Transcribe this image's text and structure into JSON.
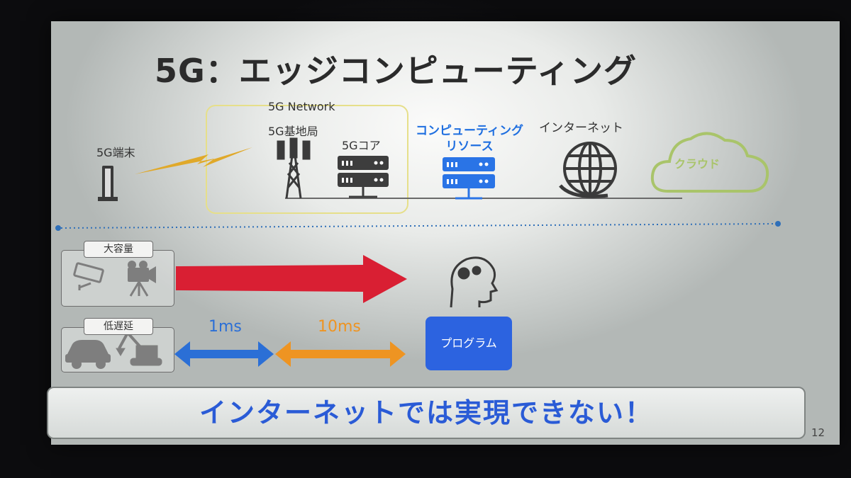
{
  "slide": {
    "title": "5G：エッジコンピューティング",
    "page_number": "12"
  },
  "diagram": {
    "device_label": "5G端末",
    "network_label": "5G Network",
    "base_station_label": "5G基地局",
    "core_label": "5Gコア",
    "computing_label_line1": "コンピューティング",
    "computing_label_line2": "リソース",
    "internet_label": "インターネット",
    "cloud_label": "クラウド"
  },
  "requirements": {
    "capacity_label": "大容量",
    "latency_label": "低遅延",
    "latency_5g": "1ms",
    "latency_internet": "10ms",
    "program_label": "プログラム"
  },
  "conclusion": "インターネットでは実現できない！",
  "colors": {
    "accent_blue": "#1f6fe0",
    "lightning": "#e0a92a",
    "capacity_arrow": "#d91f33",
    "latency_5g_arrow": "#2b6fd6",
    "latency_internet_arrow": "#ee9422",
    "cloud": "#a9c46a",
    "divider": "#2f6fb8"
  },
  "icons": [
    "phone-icon",
    "lightning-icon",
    "tower-icon",
    "server-icon",
    "globe-icon",
    "cloud-icon",
    "security-camera-icon",
    "video-camera-icon",
    "car-icon",
    "excavator-icon",
    "head-gears-icon"
  ]
}
